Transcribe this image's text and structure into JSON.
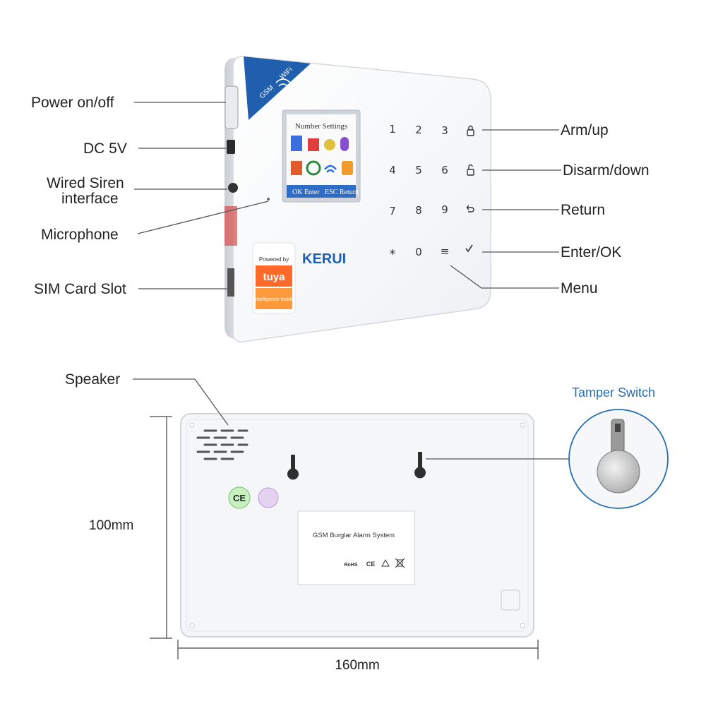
{
  "front_labels": {
    "power": "Power on/off",
    "dc": "DC 5V",
    "siren_line1": "Wired Siren",
    "siren_line2": "interface",
    "microphone": "Microphone",
    "sim": "SIM Card Slot",
    "arm": "Arm/up",
    "disarm": "Disarm/down",
    "return": "Return",
    "enter": "Enter/OK",
    "menu": "Menu"
  },
  "device": {
    "brand": "KERUI",
    "gsm": "GSM",
    "wifi": "WiFi",
    "screen_title": "Number Settings",
    "screen_ok": "OK Enter",
    "screen_esc": "ESC Return",
    "tuya_powered": "Powered by",
    "tuya_name": "tuya",
    "tuya_sub": "Intelligence Inside",
    "keys": [
      "1",
      "2",
      "3",
      "4",
      "5",
      "6",
      "7",
      "8",
      "9",
      "*",
      "0",
      "≡"
    ],
    "key_icons": [
      "lock-closed-icon",
      "lock-open-icon",
      "return-icon",
      "check-icon"
    ]
  },
  "back_labels": {
    "speaker": "Speaker",
    "tamper": "Tamper Switch",
    "sticker_title": "GSM Burglar Alarm System",
    "ce": "CE",
    "rohs": "RoHS",
    "height": "100mm",
    "width": "160mm"
  },
  "colors": {
    "label_text": "#222222",
    "tamper_text": "#2a6fb5",
    "brand_blue": "#1f5fae",
    "tuya_orange": "#ff6a2b",
    "leader_line": "#555555"
  }
}
